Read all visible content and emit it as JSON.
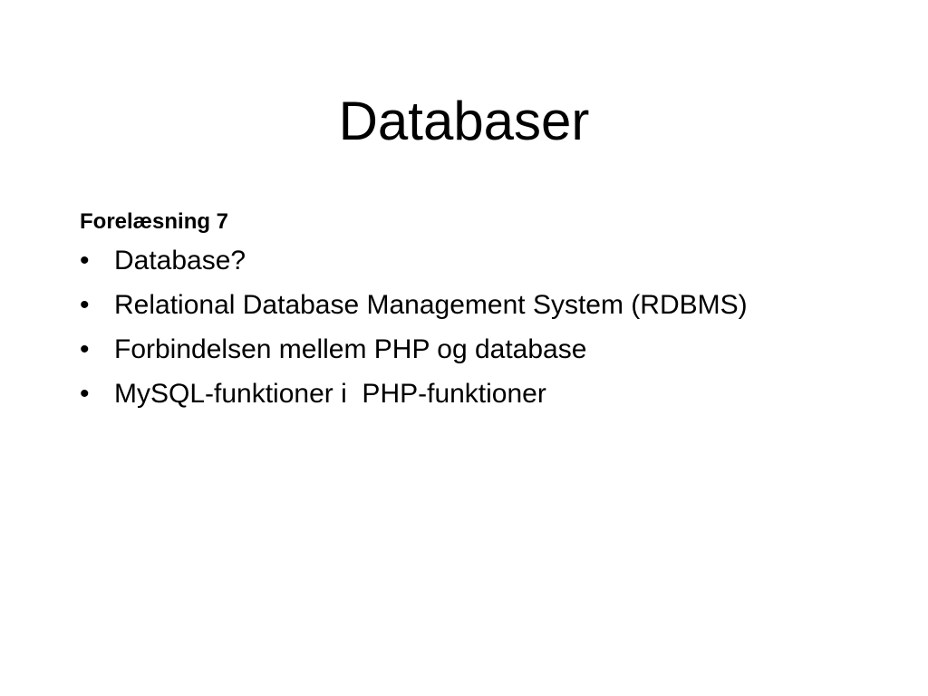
{
  "slide": {
    "title": "Databaser",
    "subtitle": "Forelæsning 7",
    "bullet_glyph": "•",
    "bullets": [
      "Database?",
      "Relational Database Management System (RDBMS)",
      "Forbindelsen mellem PHP og database",
      "MySQL-funktioner i  PHP-funktioner"
    ]
  }
}
